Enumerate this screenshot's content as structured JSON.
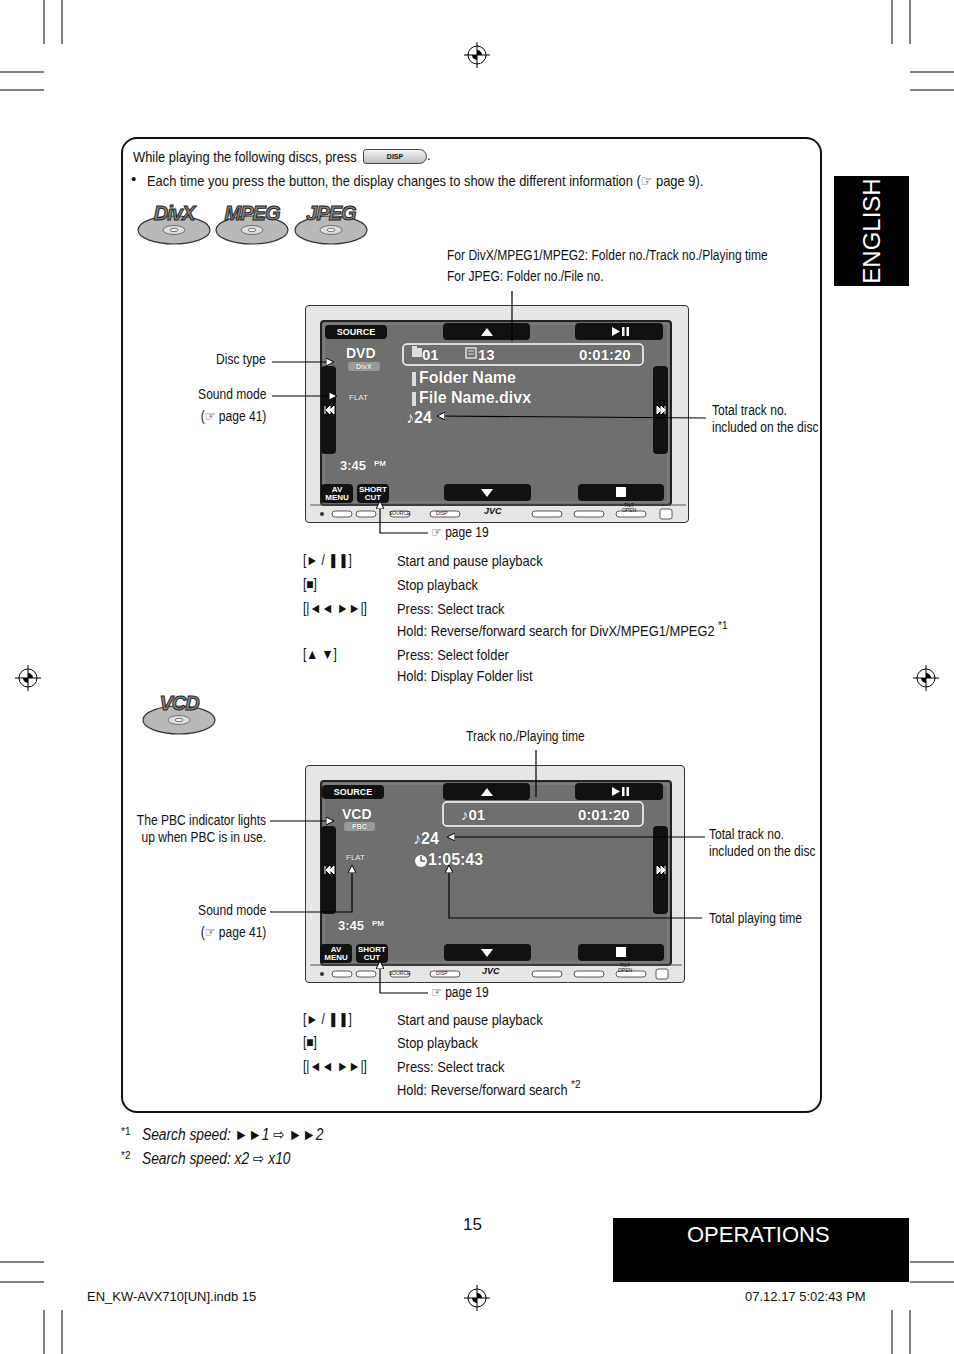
{
  "diagram": {
    "nodes": [
      {
        "text": [
          "While playing the following discs, press",
          "Each time you press the button, the display changes to show the different information (☞ page 9)."
        ]
      },
      {
        "text": [
          "DISP"
        ],
        "in": 0
      },
      {
        "text": [
          "DivX"
        ],
        "in": 0
      },
      {
        "text": [
          "MPEG"
        ],
        "in": 0
      },
      {
        "text": [
          "JPEG"
        ],
        "in": 0
      },
      {
        "text": [
          "DVD",
          "DivX",
          "FLAT",
          "01",
          "13",
          "0:01:20",
          "Folder Name",
          "File Name.divx",
          "♪24",
          "3:45",
          "PM"
        ],
        "in": 0
      },
      {
        "text": [
          "SOURCE"
        ],
        "in": 5
      },
      {
        "text": [
          "AV MENU"
        ],
        "in": 5
      },
      {
        "text": [
          "SHORT CUT"
        ],
        "in": 5
      },
      {
        "text": [
          "VCD"
        ],
        "in": 0
      },
      {
        "text": [
          "VCD",
          "PBC",
          "FLAT",
          "♪01",
          "0:01:20",
          "♪24",
          "1:05:43",
          "3:45",
          "PM"
        ],
        "in": 0
      },
      {
        "text": [
          "SOURCE"
        ],
        "in": 10
      },
      {
        "text": [
          "AV MENU"
        ],
        "in": 10
      },
      {
        "text": [
          "SHORT CUT"
        ],
        "in": 10
      },
      {
        "text": [
          "ENGLISH"
        ]
      },
      {
        "text": [
          "OPERATIONS"
        ]
      }
    ],
    "labels": [
      ".",
      "•",
      "For DivX/MPEG1/MPEG2: Folder no./Track no./Playing time",
      "For JPEG: Folder no./File no.",
      "Disc type",
      "Sound mode",
      "(☞ page 41)",
      "Total track no. included on the disc",
      "☞ page 19",
      "[► / ❚❚]",
      "Start and pause playback",
      "[■]",
      "Stop playback",
      "[|◄◄ ►►|]",
      "Press: Select track",
      "Hold: Reverse/forward search for DivX/MPEG1/MPEG2",
      "*1",
      "[▲ ▼]",
      "Press: Select folder",
      "Hold: Display Folder list",
      "Track no./Playing time",
      "The PBC indicator lights up when PBC is in use.",
      "Sound mode",
      "(☞ page 41)",
      "Total track no. included on the disc",
      "Total playing time",
      "☞ page 19",
      "[► / ❚❚]",
      "Start and pause playback",
      "[■]",
      "Stop playback",
      "[|◄◄ ►►|]",
      "Press: Select track",
      "Hold: Reverse/forward search",
      "*2",
      "*1",
      "Search speed: ►►1 ⇨ ►►2",
      "*2",
      "Search speed: x2 ⇨ x10",
      "15",
      "EN_KW-AVX710[UN].indb   15",
      "07.12.17   5:02:43 PM",
      "SOURCE",
      "DISP",
      "JVC",
      "TILT OPEN",
      "SOURCE",
      "DISP",
      "JVC",
      "TILT OPEN"
    ]
  }
}
